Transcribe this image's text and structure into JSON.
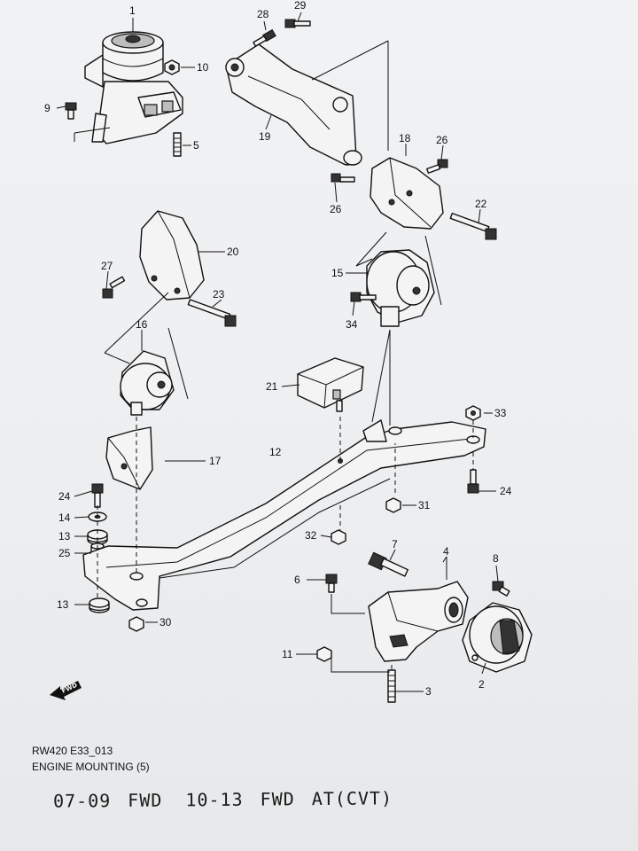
{
  "footer": {
    "code": "RW420 E33_013",
    "title": "ENGINE MOUNTING (5)"
  },
  "handwritten": {
    "left": "07-09 FWD",
    "right": "10-13 FWD AT(CVT)"
  },
  "arrow_label": "FWD",
  "callouts": {
    "c1": "1",
    "c2": "2",
    "c3": "3",
    "c4": "4",
    "c5": "5",
    "c6": "6",
    "c7": "7",
    "c8": "8",
    "c9": "9",
    "c10": "10",
    "c11": "11",
    "c12": "12",
    "c13a": "13",
    "c13b": "13",
    "c14": "14",
    "c15": "15",
    "c16": "16",
    "c17": "17",
    "c18": "18",
    "c19": "19",
    "c20": "20",
    "c21": "21",
    "c22": "22",
    "c23": "23",
    "c24a": "24",
    "c24b": "24",
    "c25": "25",
    "c26a": "26",
    "c26b": "26",
    "c27": "27",
    "c28": "28",
    "c29": "29",
    "c30": "30",
    "c31": "31",
    "c32": "32",
    "c33": "33",
    "c34": "34"
  }
}
